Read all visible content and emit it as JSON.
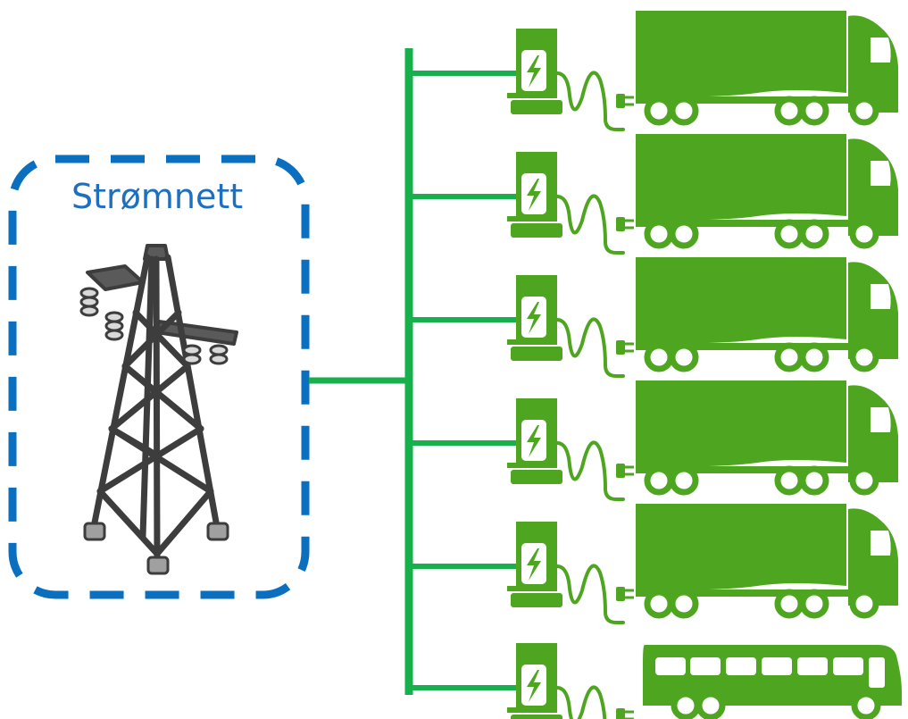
{
  "grid": {
    "label": "Strømnett",
    "border_color": "#0a6fbf",
    "label_color": "#1f6fbf"
  },
  "colors": {
    "bus": "#16b04c",
    "vehicle": "#4ea520",
    "tower": "#4a4a4a"
  },
  "icons": {
    "grid": "transmission-tower-icon",
    "charger": "charging-station-icon",
    "truck": "electric-truck-icon",
    "bus": "electric-bus-icon"
  },
  "chargers": [
    {
      "vehicle": "truck"
    },
    {
      "vehicle": "truck"
    },
    {
      "vehicle": "truck"
    },
    {
      "vehicle": "truck"
    },
    {
      "vehicle": "truck"
    },
    {
      "vehicle": "bus"
    }
  ]
}
